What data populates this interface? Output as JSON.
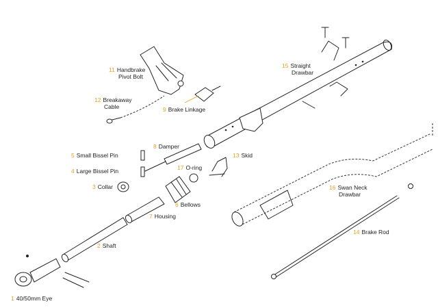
{
  "parts": [
    {
      "num": "1",
      "name": "40/50mm Eye"
    },
    {
      "num": "2",
      "name": "Shaft"
    },
    {
      "num": "3",
      "name": "Collar"
    },
    {
      "num": "4",
      "name": "Large Bissel Pin"
    },
    {
      "num": "5",
      "name": "Small Bissel Pin"
    },
    {
      "num": "6",
      "name": "Bellows"
    },
    {
      "num": "7",
      "name": "Housing"
    },
    {
      "num": "8",
      "name": "Damper"
    },
    {
      "num": "9",
      "name": "Brake Linkage"
    },
    {
      "num": "11",
      "name": "Handbrake",
      "name2": "Pivot Bolt"
    },
    {
      "num": "12",
      "name": "Breakaway",
      "name2": "Cable"
    },
    {
      "num": "13",
      "name": "Skid"
    },
    {
      "num": "14",
      "name": "Brake Rod"
    },
    {
      "num": "15",
      "name": "Straight",
      "name2": "Drawbar"
    },
    {
      "num": "16",
      "name": "Swan Neck",
      "name2": "Drawbar"
    },
    {
      "num": "17",
      "name": "O-ring"
    }
  ],
  "colors": {
    "accent": "#e8a020",
    "line": "#222222"
  }
}
